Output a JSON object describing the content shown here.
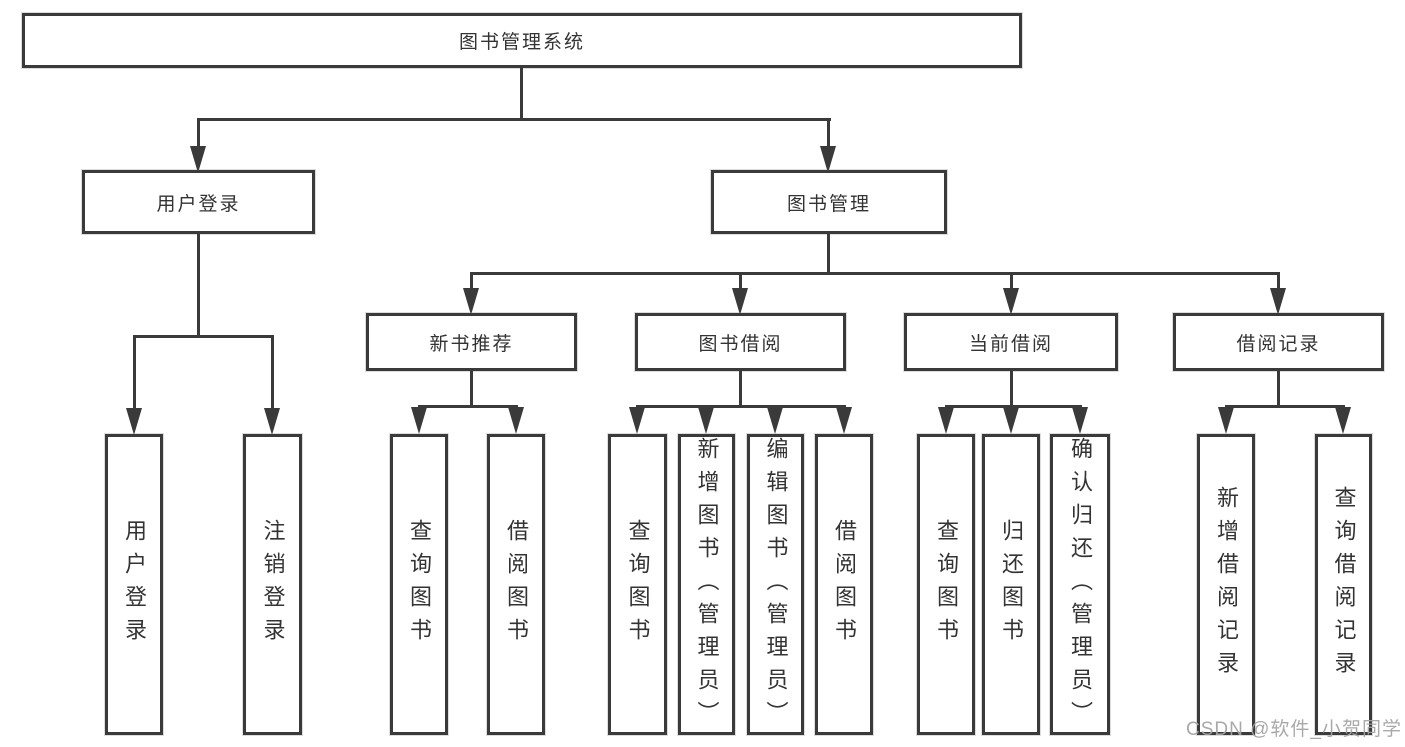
{
  "diagram": {
    "root": "图书管理系统",
    "level2": [
      "用户登录",
      "图书管理"
    ],
    "level3": [
      "新书推荐",
      "图书借阅",
      "当前借阅",
      "借阅记录"
    ],
    "leaves": {
      "user_login": [
        "用户登录",
        "注销登录"
      ],
      "new_book_recommend": [
        "查询图书",
        "借阅图书"
      ],
      "book_borrow": [
        "查询图书",
        "新增图书（管理员）",
        "编辑图书（管理员）",
        "借阅图书"
      ],
      "current_borrow": [
        "查询图书",
        "归还图书",
        "确认归还（管理员）"
      ],
      "borrow_records": [
        "新增借阅记录",
        "查询借阅记录"
      ]
    }
  },
  "watermark": "CSDN @软件_小贺同学",
  "colors": {
    "line": "#3a3a3a",
    "text": "#333333",
    "watermark": "#a4a4a4",
    "background": "#ffffff"
  }
}
